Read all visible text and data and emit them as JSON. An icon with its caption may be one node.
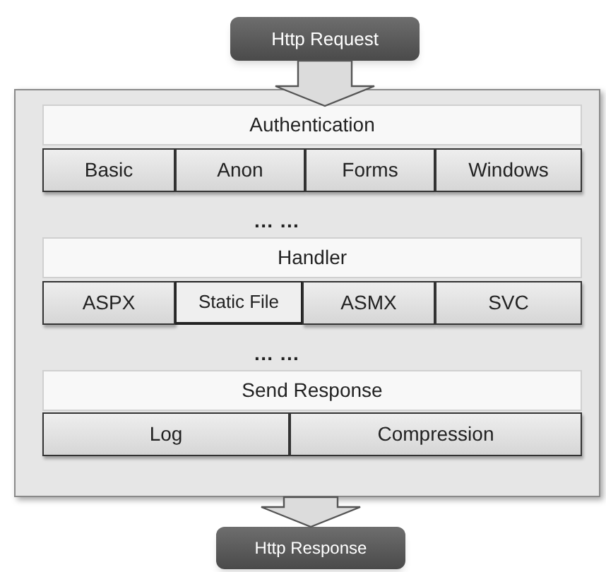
{
  "diagram": {
    "nodes": [
      {
        "text": [
          "Http Request"
        ]
      },
      {
        "text": [],
        "shape": "box"
      },
      {
        "text": [
          "Authentication"
        ],
        "in": 1
      },
      {
        "text": [
          "Basic"
        ],
        "in": 1
      },
      {
        "text": [
          "Anon"
        ],
        "in": 1
      },
      {
        "text": [
          "Forms"
        ],
        "in": 1
      },
      {
        "text": [
          "Windows"
        ],
        "in": 1
      },
      {
        "text": [
          "Handler"
        ],
        "in": 1
      },
      {
        "text": [
          "ASPX"
        ],
        "in": 1
      },
      {
        "text": [
          "Static File"
        ],
        "in": 1
      },
      {
        "text": [
          "ASMX"
        ],
        "in": 1
      },
      {
        "text": [
          "SVC"
        ],
        "in": 1
      },
      {
        "text": [
          "Send Response"
        ],
        "in": 1
      },
      {
        "text": [
          "Log"
        ],
        "in": 1
      },
      {
        "text": [
          "Compression"
        ],
        "in": 1
      },
      {
        "text": [
          "Http Response"
        ]
      }
    ],
    "edges": [
      {
        "from": 0,
        "to": 1,
        "arrow": "to"
      },
      {
        "from": 1,
        "to": 15,
        "arrow": "to"
      }
    ],
    "labels": [
      "... ...",
      "... ..."
    ]
  }
}
